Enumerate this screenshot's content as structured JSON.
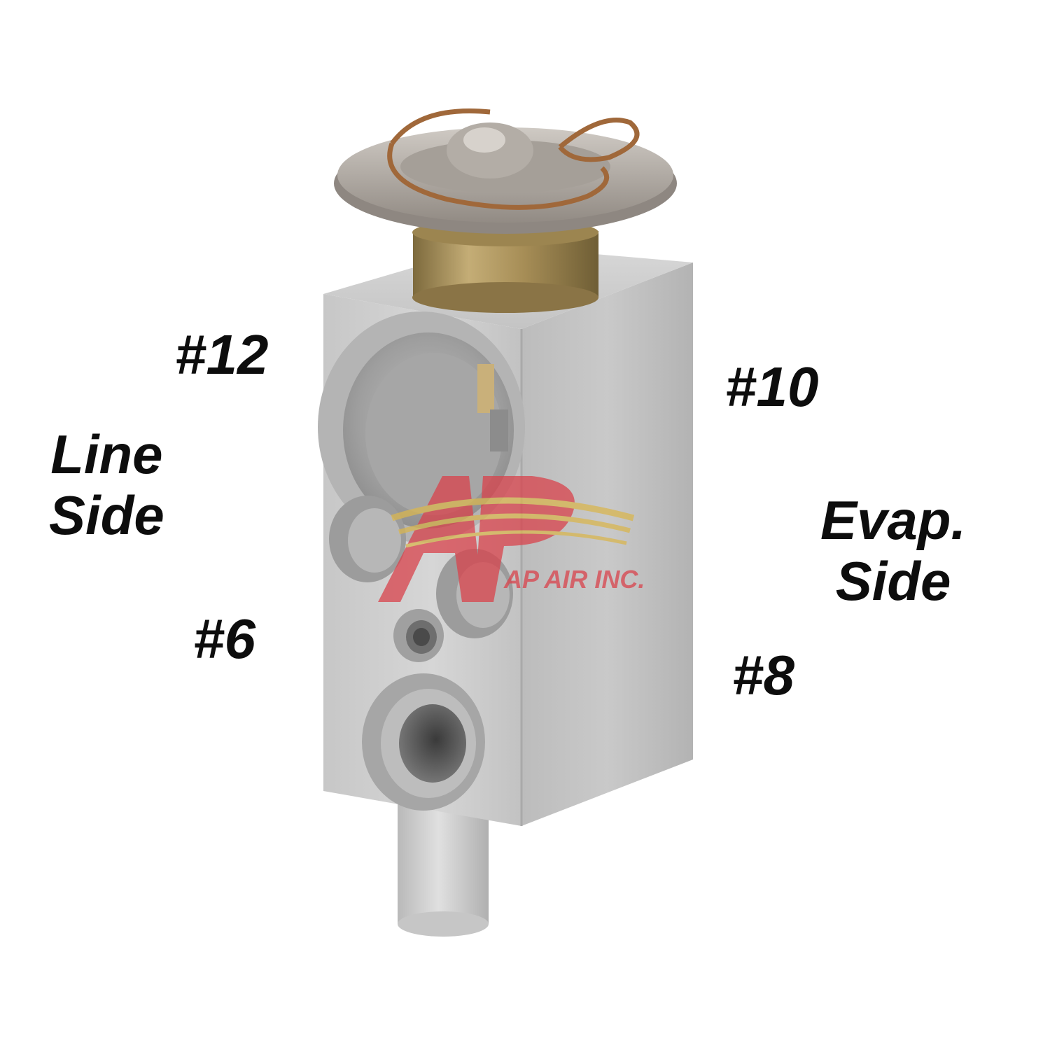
{
  "labels": {
    "port_12": "#12",
    "port_10": "#10",
    "port_6": "#6",
    "port_8": "#8",
    "line_side": [
      "Line",
      "Side"
    ],
    "evap_side": [
      "Evap.",
      "Side"
    ]
  },
  "watermark": {
    "logo_letters": "AP",
    "text": "AP AIR INC."
  },
  "colors": {
    "background": "#ffffff",
    "label_text": "#0d0d0d",
    "valve_body": "#bdbdbd",
    "valve_face_shadow": "#a8a8a8",
    "brass_collar": "#a68d56",
    "copper_loop": "#a0683a",
    "watermark_red": "#d9434c",
    "watermark_gold": "#d9b650"
  }
}
